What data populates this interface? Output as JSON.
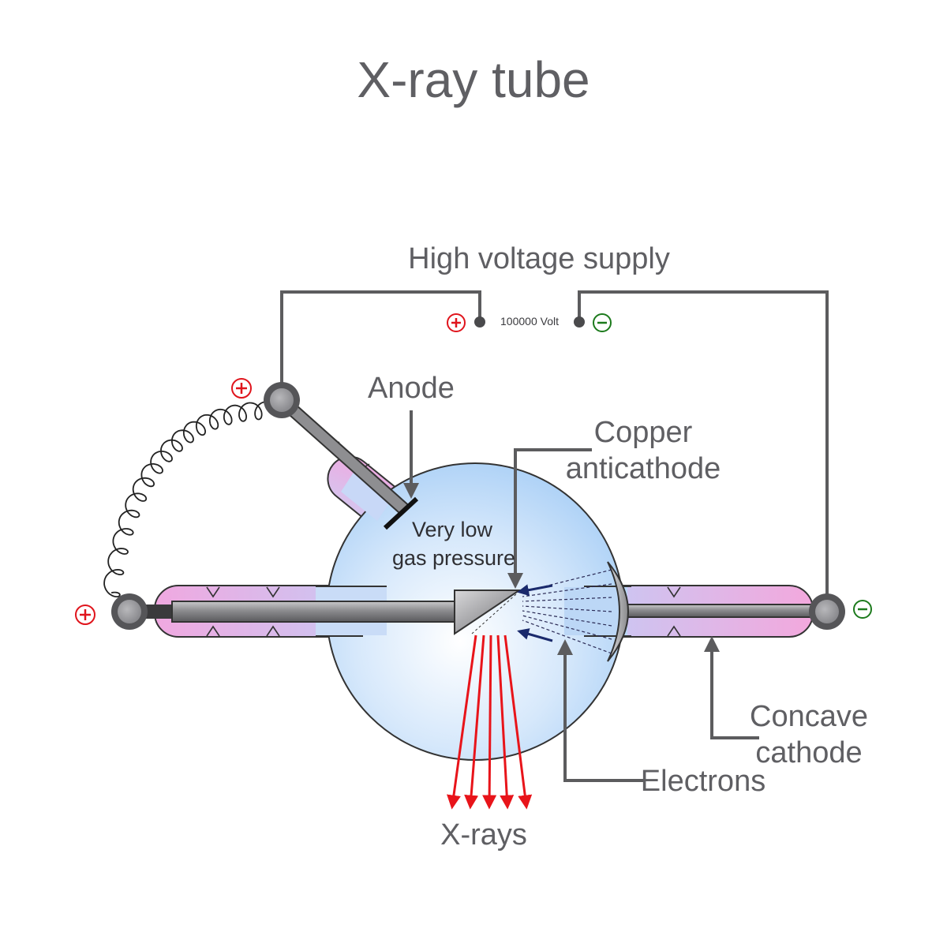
{
  "title": "X-ray tube",
  "supply": {
    "label": "High voltage supply",
    "voltage": "100000 Volt",
    "plus_sign": "+",
    "minus_sign": "-"
  },
  "labels": {
    "anode": "Anode",
    "copper_line1": "Copper",
    "copper_line2": "anticathode",
    "pressure_line1": "Very low",
    "pressure_line2": "gas pressure",
    "concave_line1": "Concave",
    "concave_line2": "cathode",
    "electrons": "Electrons",
    "xrays": "X-rays"
  },
  "terminals": {
    "anode_top": "+",
    "anticathode_left": "+",
    "cathode_right": "-"
  },
  "colors": {
    "wire": "#5c5c5e",
    "label_text": "#5f5f63",
    "positive": "#e0141c",
    "negative": "#1c7a1c",
    "glass_fill": "#b8d8f8",
    "neck_fill": "#e6a9e8",
    "xray": "#e8141a",
    "electron_arrow": "#1a2a6c"
  }
}
